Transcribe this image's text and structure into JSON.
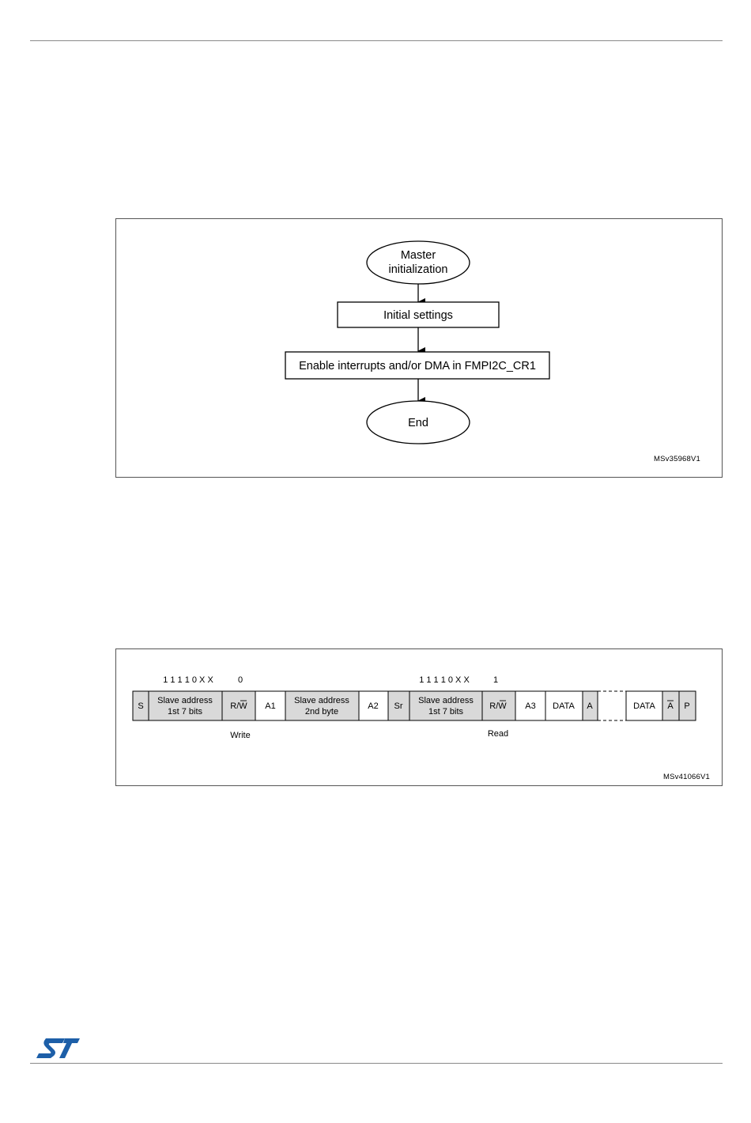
{
  "flowchart": {
    "start_label_line1": "Master",
    "start_label_line2": "initialization",
    "step1_label": "Initial settings",
    "step2_label": "Enable interrupts and/or DMA in FMPI2C_CR1",
    "end_label": "End",
    "figure_ref": "MSv35968V1"
  },
  "frame": {
    "addr_bits_1": "1 1 1 1 0 X X",
    "rw_bit_1": "0",
    "addr_bits_2": "1 1 1 1 0 X X",
    "rw_bit_2": "1",
    "cells": {
      "s": "S",
      "slave1_line1": "Slave address",
      "slave1_line2": "1st 7 bits",
      "rw1": "R/W",
      "a1": "A1",
      "slave2_line1": "Slave address",
      "slave2_line2": "2nd byte",
      "a2": "A2",
      "sr": "Sr",
      "slave3_line1": "Slave address",
      "slave3_line2": "1st 7 bits",
      "rw2": "R/W",
      "a3": "A3",
      "data1": "DATA",
      "a": "A",
      "data2": "DATA",
      "nack": "A",
      "p": "P"
    },
    "write_label": "Write",
    "read_label": "Read",
    "figure_ref": "MSv41066V1"
  },
  "colors": {
    "brand_blue": "#1d5fa8",
    "shaded_cell": "#d9d9d9"
  },
  "logo_icon": "st-logo-icon"
}
